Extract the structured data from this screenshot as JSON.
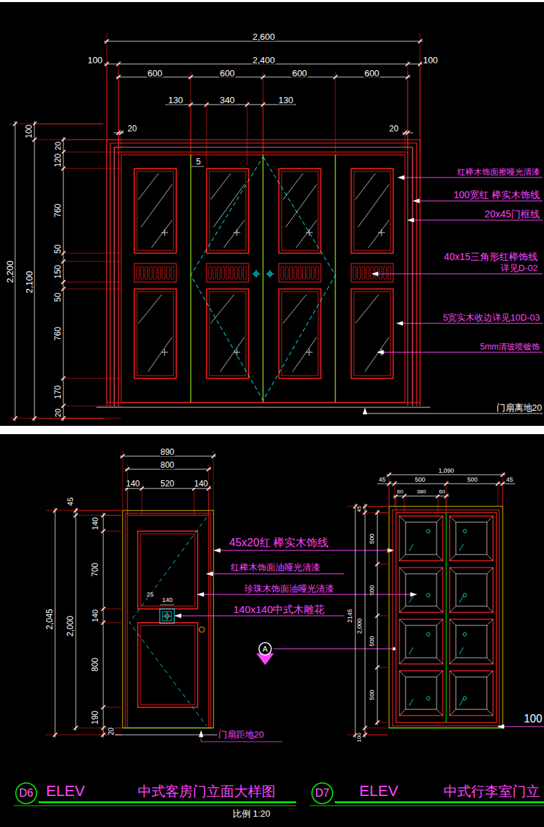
{
  "diagram": {
    "nodes": [
      {
        "text": [
          "A"
        ]
      },
      {
        "text": [
          "D6"
        ]
      },
      {
        "text": [
          "D7"
        ]
      }
    ],
    "labels": [
      "2,600",
      "100",
      "2,400",
      "100",
      "600",
      "600",
      "600",
      "600",
      "130",
      "340",
      "130",
      "20",
      "20",
      "5",
      "100",
      "2,200",
      "20",
      "120",
      "2,100",
      "760",
      "50",
      "150",
      "50",
      "760",
      "170",
      "20",
      "红榉木饰面擦哑光清漆",
      "100宽红 榉实木饰线",
      "20x45门框线",
      "40x15三角形红榉饰线",
      "详见D-02",
      "5宽实木收边详见10D-03",
      "5mm清玻喷镀饰",
      "门扇离地20",
      "890",
      "800",
      "140",
      "520",
      "140",
      "45",
      "2,045",
      "2,000",
      "140",
      "700",
      "140",
      "800",
      "190",
      "20",
      "25",
      "140",
      "45x20红 榉实木饰线",
      "红榉木饰面油哑光清漆",
      "珍珠木饰面油哑光清漆",
      "140x140中式木雕花",
      "门扇距地20",
      "ELEV",
      "中式客房门立面大样图",
      "比例 1:20",
      "1,090",
      "45",
      "500",
      "500",
      "45",
      "60",
      "380",
      "60",
      "45",
      "500",
      "2145",
      "2,000",
      "500",
      "500",
      "500",
      "100",
      "100",
      "ELEV",
      "中式行李室门立"
    ]
  }
}
